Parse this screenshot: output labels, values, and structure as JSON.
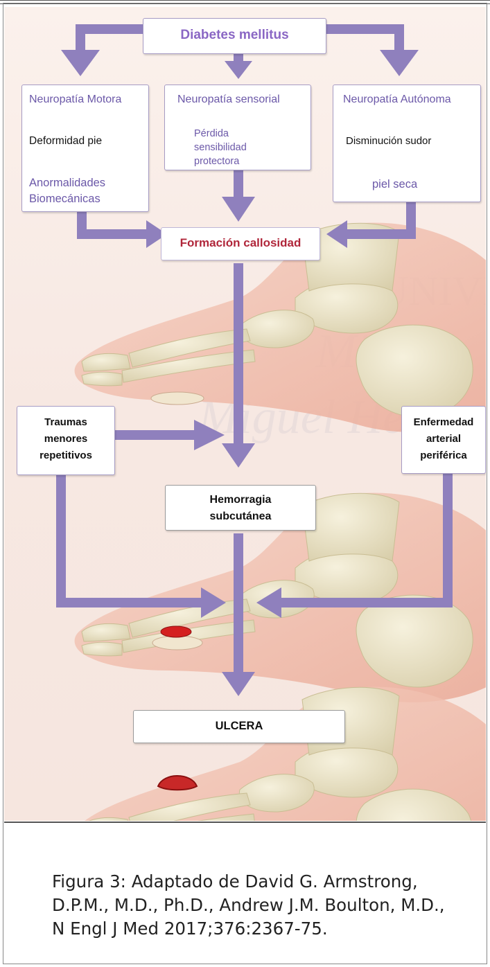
{
  "title": "Diabetes mellitus",
  "columns": [
    {
      "header": "Neuropatía Motora",
      "step1": "Deformidad pie",
      "step2_line1": "Anormalidades",
      "step2_line2": "Biomecánicas"
    },
    {
      "header": "Neuropatía sensorial",
      "step1_line1": "Pérdida",
      "step1_line2": "sensibilidad",
      "step1_line3": "protectora"
    },
    {
      "header": "Neuropatía Autónoma",
      "step1": "Disminución sudor",
      "step2": "piel seca"
    }
  ],
  "callosity": "Formación callosidad",
  "left_factor": {
    "line1": "Traumas",
    "line2": "menores",
    "line3": "repetitivos"
  },
  "right_factor": {
    "line1": "Enfermedad",
    "line2": "arterial",
    "line3": "periférica"
  },
  "hemorrhage": {
    "line1": "Hemorragia",
    "line2": "subcutánea"
  },
  "ulcer": "ULCERA",
  "caption": {
    "line1": "Figura 3: Adaptado de David G. Armstrong,",
    "line2": "D.P.M., M.D., Ph.D., Andrew J.M. Boulton, M.D.,",
    "line3": "N Engl J Med 2017;376:2367-75."
  },
  "colors": {
    "arrow": "#8f80bd",
    "header_text": "#6b58a8",
    "callosity_text": "#b0263a",
    "skin": "#f3c4b4",
    "bone": "#ece5c9",
    "ulcer": "#d42020"
  }
}
